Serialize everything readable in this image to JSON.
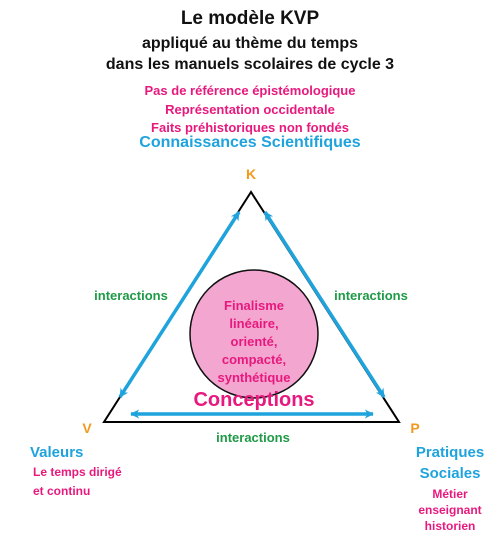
{
  "title": {
    "line1": "Le modèle KVP",
    "line2": "appliqué au thème du temps",
    "line3": "dans les manuels scolaires de cycle 3"
  },
  "k_items": [
    "Pas de référence épistémologique",
    "Représentation occidentale",
    "Faits préhistoriques non fondés"
  ],
  "k_heading": "Connaissances Scientifiques",
  "vertices": {
    "k": "K",
    "v": "V",
    "p": "P"
  },
  "interactions": {
    "left": "interactions",
    "right": "interactions",
    "bottom": "interactions"
  },
  "conceptions": {
    "lines": [
      "Finalisme",
      "linéaire,",
      "orienté,",
      "compacté,",
      "synthétique"
    ],
    "label": "Conceptions"
  },
  "values": {
    "heading": "Valeurs",
    "lines": [
      "Le temps dirigé",
      "et continu"
    ]
  },
  "practices": {
    "heading_lines": [
      "Pratiques",
      "Sociales"
    ],
    "lines": [
      "Métier",
      "enseignant",
      "historien"
    ]
  },
  "colors": {
    "pink": "#e8197e",
    "cyan": "#1fa3dd",
    "orange": "#f39a1e",
    "green": "#1f9a46",
    "circle_fill": "#f2a6d0"
  }
}
